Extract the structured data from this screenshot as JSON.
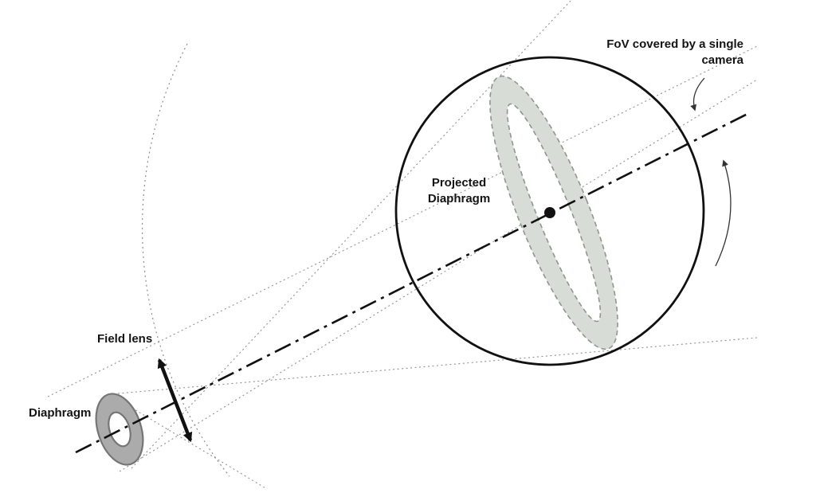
{
  "figure": {
    "type": "optical-schematic",
    "labels": {
      "fov_line1": "FoV covered by a single",
      "fov_line2": "camera",
      "projected_diaphragm_line1": "Projected",
      "projected_diaphragm_line2": "Diaphragm",
      "field_lens": "Field lens",
      "diaphragm": "Diaphragm"
    },
    "colors": {
      "background": "#ffffff",
      "line": "#111111",
      "dotted_ray": "#909090",
      "projected_ring_fill": "#d7dcd7",
      "projected_ring_stroke": "#8f968f",
      "diaphragm_ring_fill": "#ababab",
      "diaphragm_ring_stroke": "#757575"
    }
  }
}
